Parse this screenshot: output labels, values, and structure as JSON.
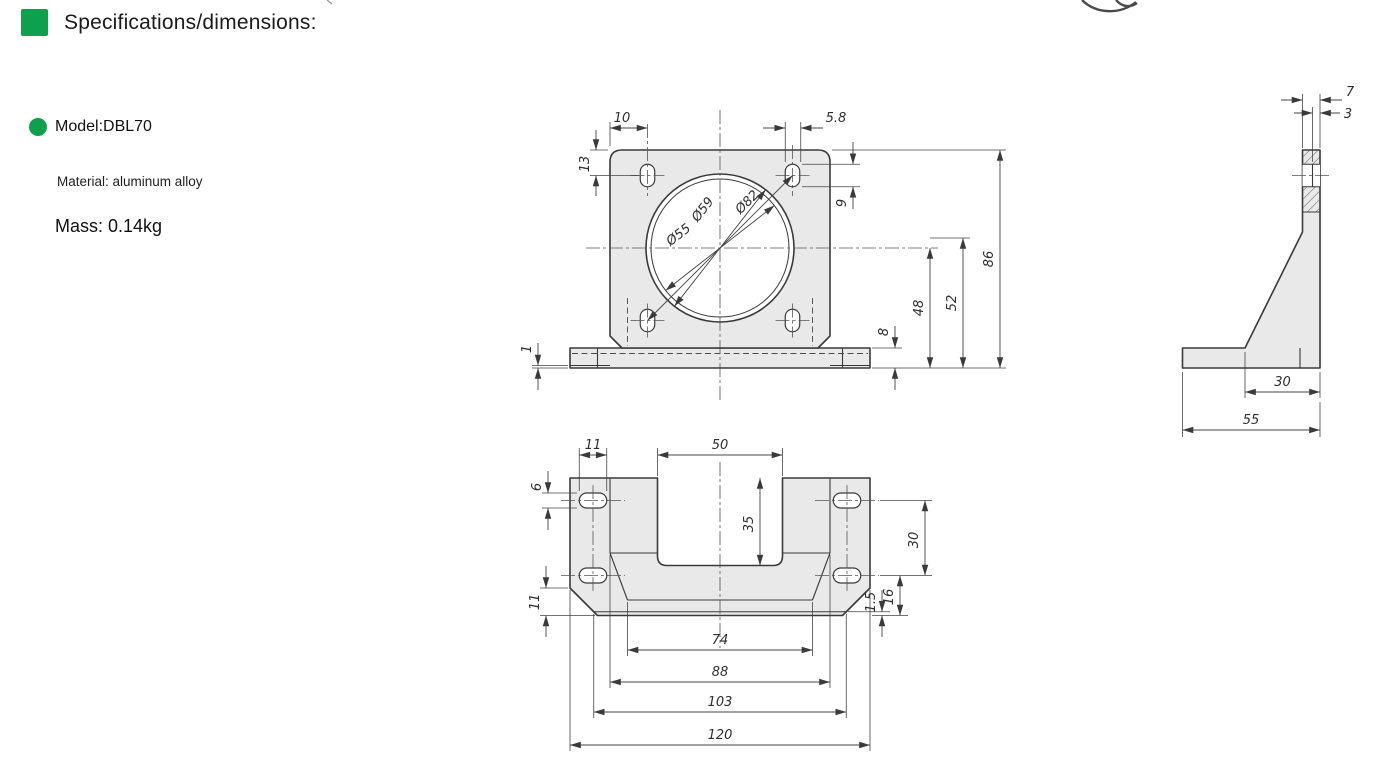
{
  "header": {
    "title": "Specifications/dimensions:"
  },
  "specs": {
    "model_label": "Model:DBL70",
    "material": "Material: aluminum alloy",
    "mass": "Mass: 0.14kg"
  },
  "colors": {
    "accent_green": "#0ea04c",
    "line": "#3a3a3a",
    "part_fill": "#e9e9e9"
  },
  "views": {
    "front": {
      "dims": {
        "top_left_offset": "10",
        "slot_width": "5.8",
        "top_edge_to_slot": "13",
        "slot_length": "9",
        "base_thickness": "8",
        "center_height": "48",
        "height_52": "52",
        "total_height": "86",
        "base_lip": "1",
        "bore": "Ø55",
        "pilot": "Ø59",
        "bolt_circle": "Ø82"
      }
    },
    "side": {
      "dims": {
        "wall_top": "7",
        "slot_face": "3",
        "gusset_depth": "30",
        "base_depth": "55"
      }
    },
    "top": {
      "dims": {
        "slot_length": "11",
        "slot_width": "6",
        "channel_width": "50",
        "channel_depth": "35",
        "slot_row_spacing": "30",
        "row_to_edge": "16",
        "front_lip": "1.5",
        "corner_chamfer": "11",
        "gusset_span": "74",
        "flange_width": "88",
        "wall_width": "103",
        "base_width": "120"
      }
    }
  }
}
